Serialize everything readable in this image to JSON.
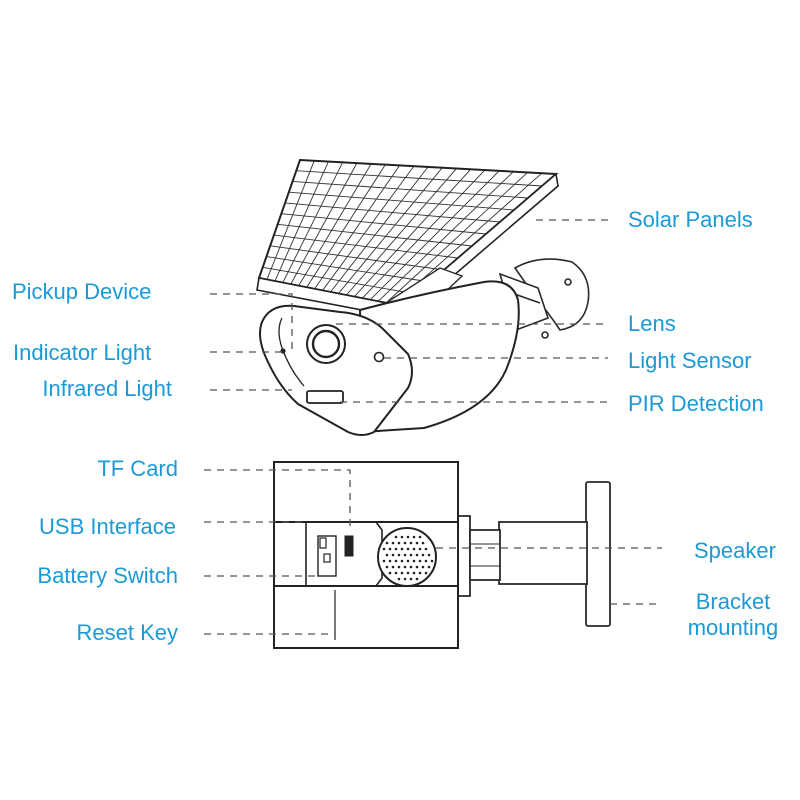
{
  "colors": {
    "label": "#1a9ad6",
    "line": "#2a2a2a",
    "leader": "#555555"
  },
  "labels": {
    "solar_panels": "Solar Panels",
    "pickup_device": "Pickup Device",
    "lens": "Lens",
    "indicator_light": "Indicator Light",
    "light_sensor": "Light Sensor",
    "infrared_light": "Infrared Light",
    "pir_detection": "PIR Detection",
    "tf_card": "TF Card",
    "usb_interface": "USB Interface",
    "speaker": "Speaker",
    "battery_switch": "Battery Switch",
    "bracket_mounting_line1": "Bracket",
    "bracket_mounting_line2": "mounting",
    "reset_key": "Reset Key"
  }
}
